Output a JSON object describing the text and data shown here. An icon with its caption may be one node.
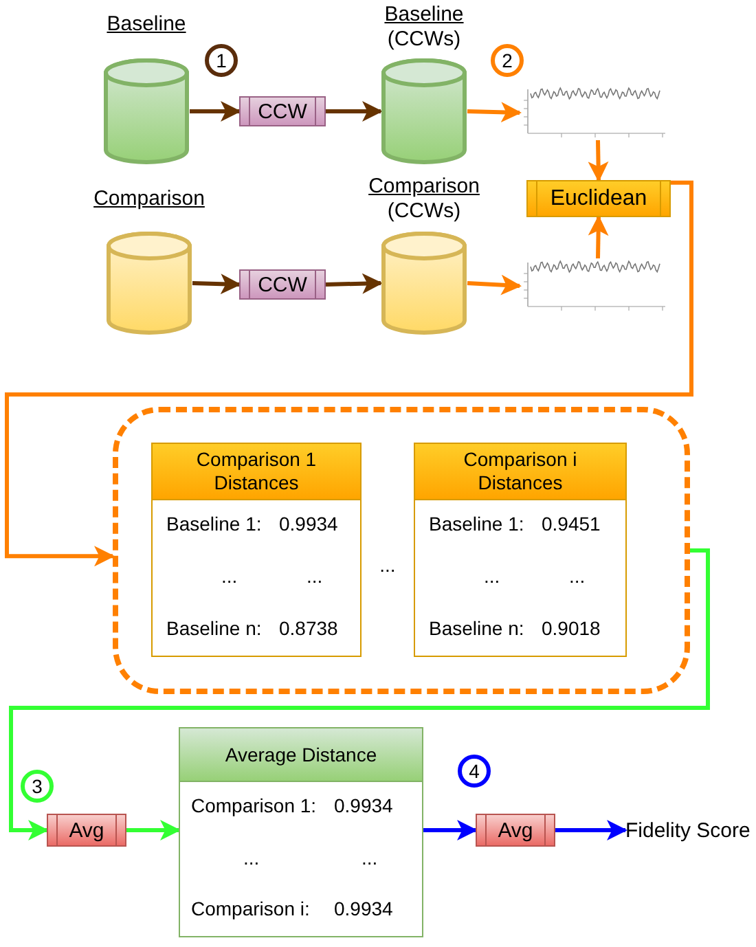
{
  "diagram": {
    "nodes": [
      {
        "text": [
          "Baseline"
        ]
      },
      {
        "text": [
          "CCW"
        ]
      },
      {
        "text": [
          "Baseline",
          "(CCWs)"
        ]
      },
      {
        "text": [],
        "shape": "picture"
      },
      {
        "text": [
          "Comparison"
        ]
      },
      {
        "text": [
          "CCW"
        ]
      },
      {
        "text": [
          "Comparison",
          "(CCWs)"
        ]
      },
      {
        "text": [],
        "shape": "picture"
      },
      {
        "text": [
          "Euclidean"
        ]
      },
      {
        "text": [],
        "shape": "box"
      },
      {
        "text": [
          "Comparison 1 Distances",
          "Baseline 1:",
          "0.9934",
          "...",
          "...",
          "Baseline n:",
          "0.8738"
        ],
        "in": 9
      },
      {
        "text": [
          "Comparison i Distances",
          "Baseline 1:",
          "0.9451",
          "...",
          "...",
          "Baseline n:",
          "0.9018"
        ],
        "in": 9
      },
      {
        "text": [
          "Avg"
        ]
      },
      {
        "text": [
          "Average Distance",
          "Comparison 1:",
          "0.9934",
          "...",
          "...",
          "Comparison i:",
          "0.9934"
        ]
      },
      {
        "text": [
          "Avg"
        ]
      },
      {
        "text": [
          "Fidelity Score"
        ]
      }
    ],
    "edges": [
      {
        "from": 0,
        "to": 1,
        "arrow": "to",
        "color": "#663300"
      },
      {
        "from": 1,
        "to": 2,
        "arrow": "to",
        "color": "#663300"
      },
      {
        "from": 4,
        "to": 5,
        "arrow": "to",
        "color": "#663300"
      },
      {
        "from": 5,
        "to": 6,
        "arrow": "to",
        "color": "#663300"
      },
      {
        "from": 2,
        "to": 3,
        "arrow": "to",
        "color": "#ff8000"
      },
      {
        "from": 6,
        "to": 7,
        "arrow": "to",
        "color": "#ff8000"
      },
      {
        "from": 3,
        "to": 8,
        "arrow": "to",
        "color": "#ff8000"
      },
      {
        "from": 7,
        "to": 8,
        "arrow": "to",
        "color": "#ff8000"
      },
      {
        "from": 8,
        "to": 9,
        "arrow": "to",
        "color": "#ff8000"
      },
      {
        "from": 9,
        "to": 12,
        "arrow": "to",
        "color": "#33ff33"
      },
      {
        "from": 12,
        "to": 13,
        "arrow": "to",
        "color": "#33ff33"
      },
      {
        "from": 13,
        "to": 14,
        "arrow": "to",
        "color": "#0000ff"
      },
      {
        "from": 14,
        "to": 15,
        "arrow": "to",
        "color": "#0000ff"
      }
    ],
    "labels": [
      "1",
      "2",
      "...",
      "3",
      "4"
    ]
  }
}
